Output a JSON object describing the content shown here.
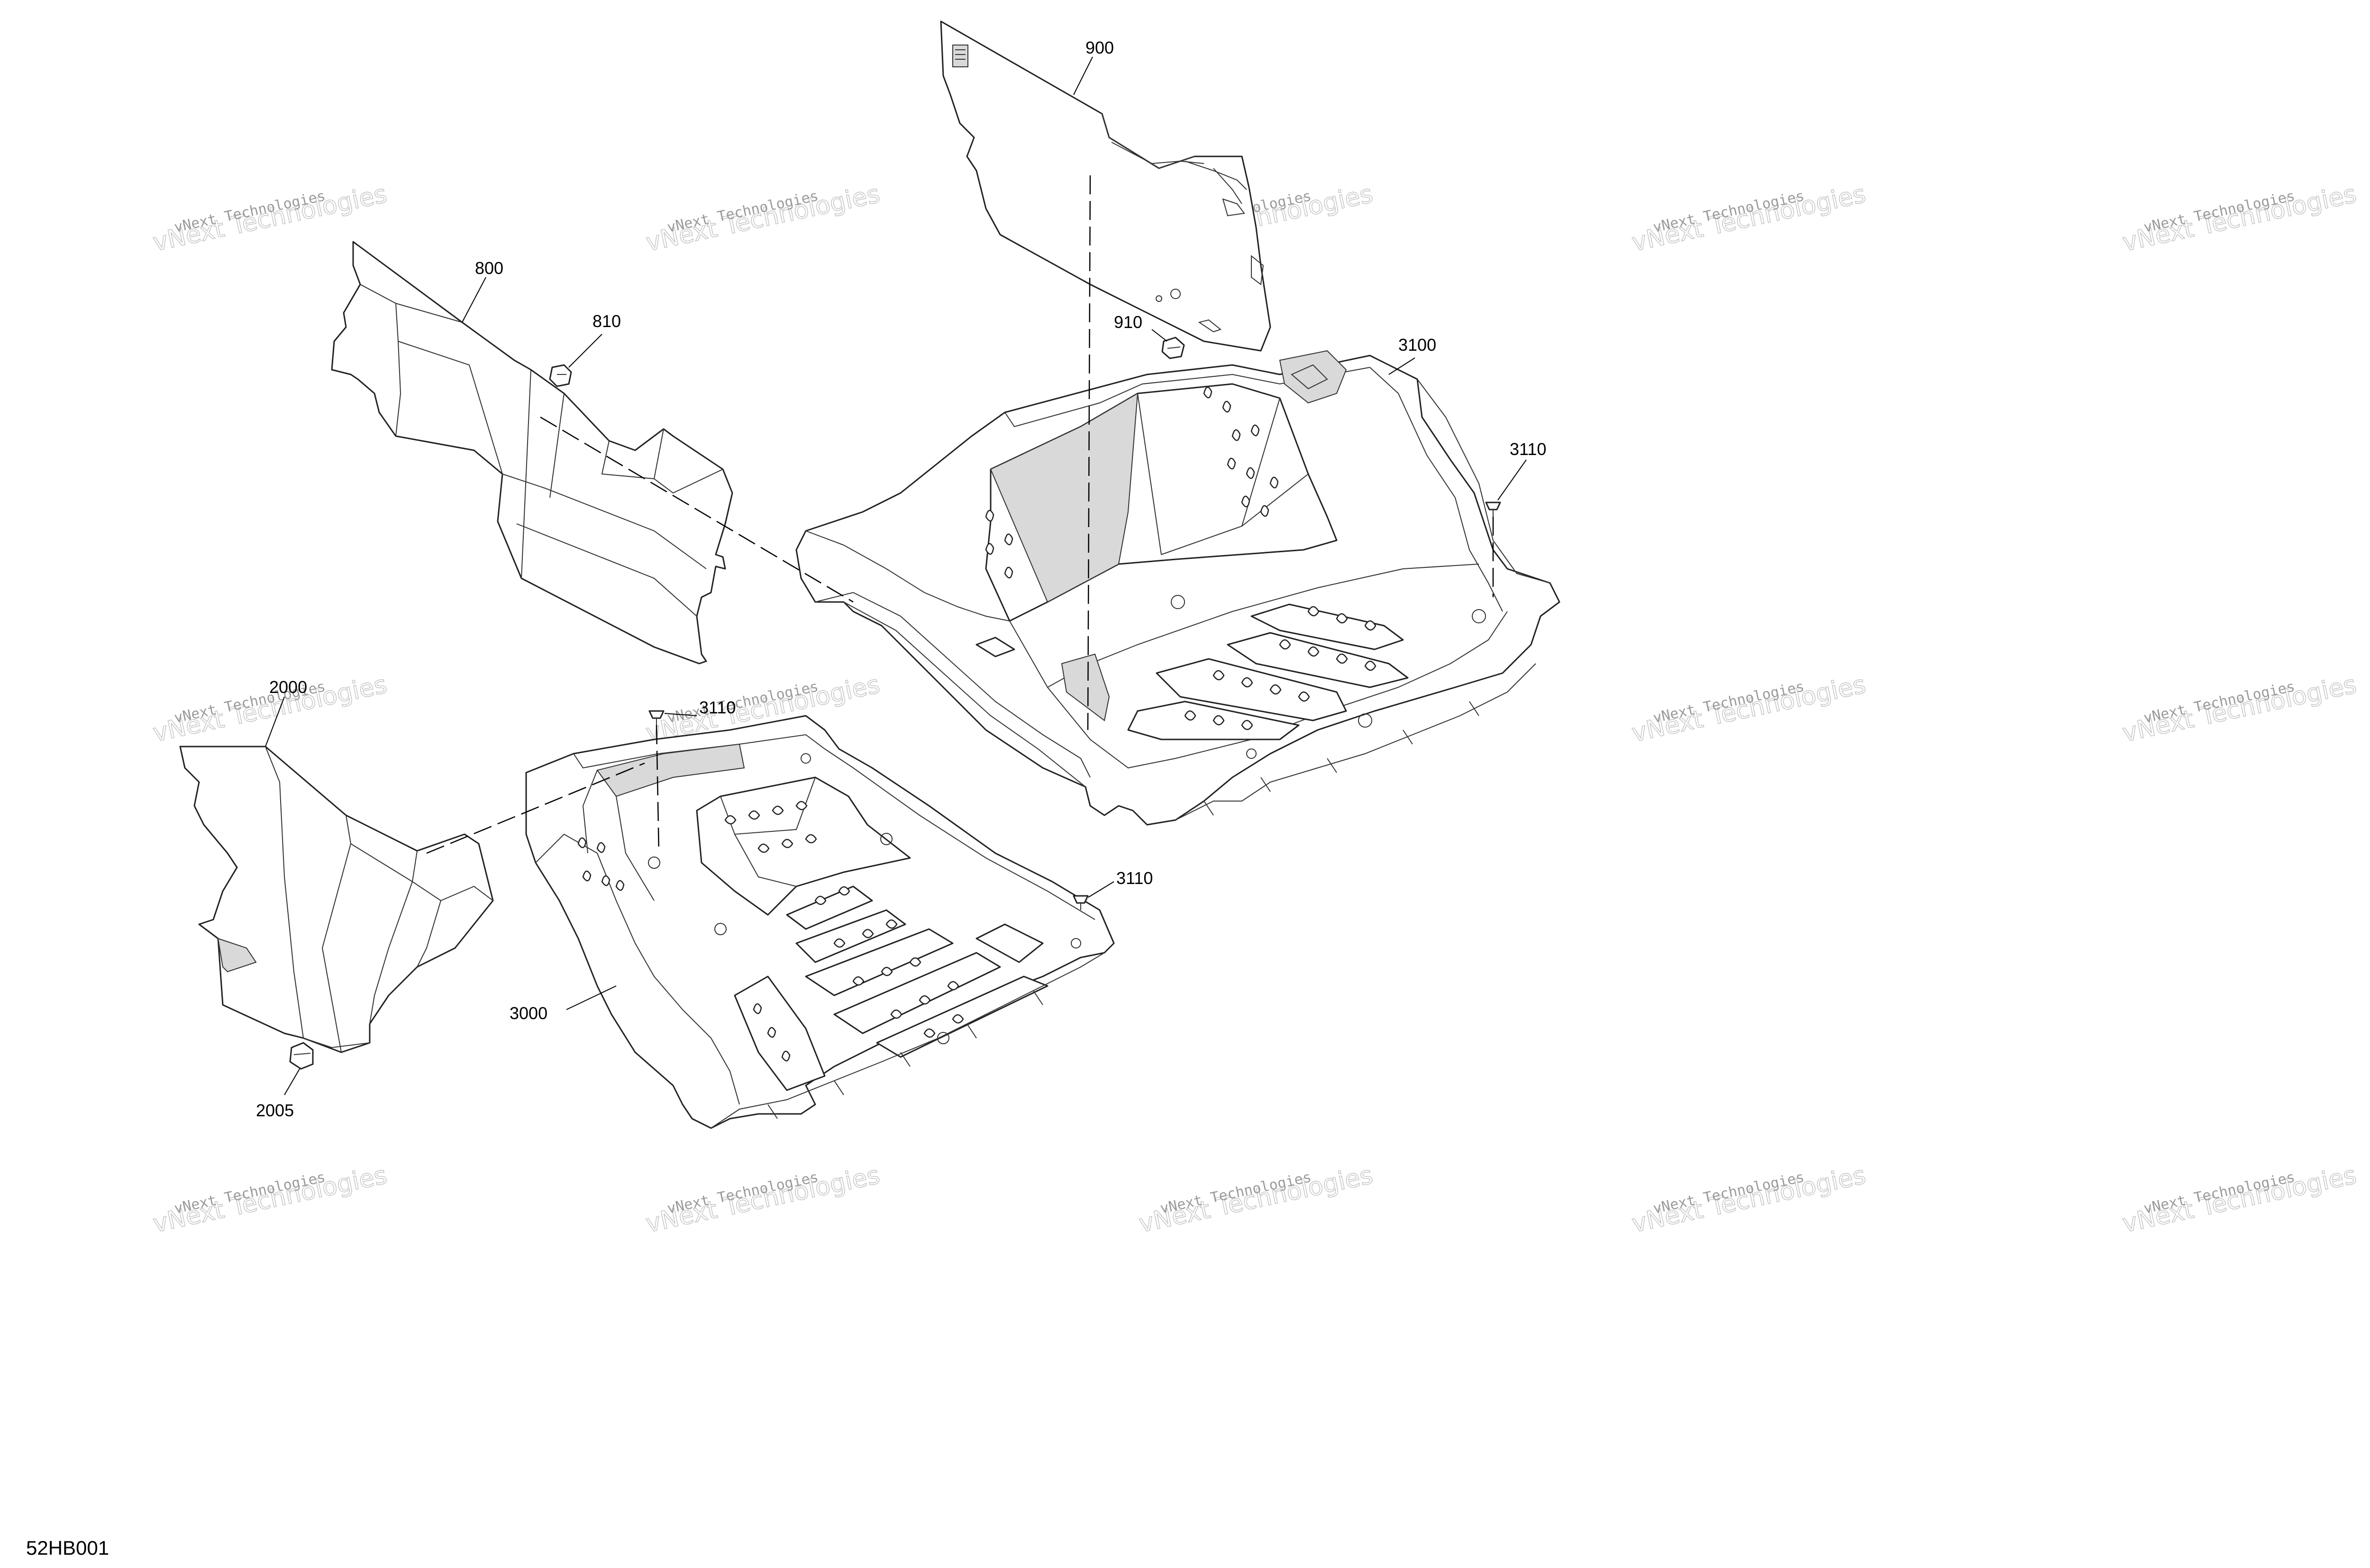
{
  "diagram": {
    "reference_code": "52HB001",
    "watermark": {
      "line1": "vNext Technologies",
      "line2": "vNext Technologies"
    },
    "callouts": [
      {
        "id": "c900",
        "label": "900"
      },
      {
        "id": "c800",
        "label": "800"
      },
      {
        "id": "c810",
        "label": "810"
      },
      {
        "id": "c910",
        "label": "910"
      },
      {
        "id": "c3100",
        "label": "3100"
      },
      {
        "id": "c3110a",
        "label": "3110"
      },
      {
        "id": "c2000",
        "label": "2000"
      },
      {
        "id": "c3110b",
        "label": "3110"
      },
      {
        "id": "c3110c",
        "label": "3110"
      },
      {
        "id": "c3000",
        "label": "3000"
      },
      {
        "id": "c2005",
        "label": "2005"
      }
    ],
    "parts": [
      {
        "number": "800",
        "depiction": "left-side-panel"
      },
      {
        "number": "810",
        "depiction": "clip"
      },
      {
        "number": "900",
        "depiction": "rear-panel"
      },
      {
        "number": "910",
        "depiction": "clip"
      },
      {
        "number": "2000",
        "depiction": "front-side-panel"
      },
      {
        "number": "2005",
        "depiction": "clip"
      },
      {
        "number": "3000",
        "depiction": "front-floor-pan"
      },
      {
        "number": "3100",
        "depiction": "rear-floor-pan"
      },
      {
        "number": "3110",
        "depiction": "push-rivet"
      }
    ]
  }
}
